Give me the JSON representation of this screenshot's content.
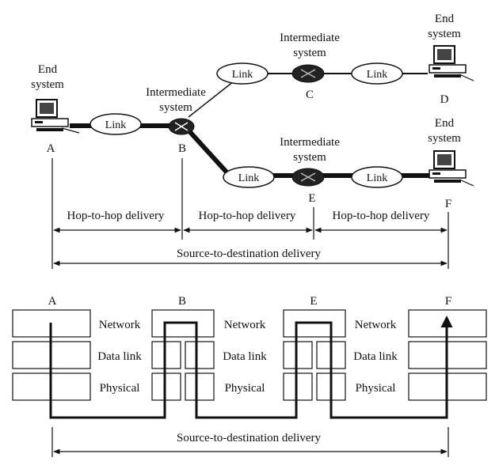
{
  "top": {
    "nodes": {
      "A": {
        "letter": "A",
        "line1": "End",
        "line2": "system"
      },
      "B": {
        "letter": "B",
        "line1": "Intermediate",
        "line2": "system"
      },
      "C": {
        "letter": "C",
        "line1": "Intermediate",
        "line2": "system"
      },
      "D": {
        "letter": "D",
        "line1": "End",
        "line2": "system"
      },
      "E": {
        "letter": "E",
        "line1": "Intermediate",
        "line2": "system"
      },
      "F": {
        "letter": "F",
        "line1": "End",
        "line2": "system"
      }
    },
    "link_label": "Link",
    "hop_label": "Hop-to-hop delivery",
    "source_dest_label": "Source-to-destination delivery"
  },
  "bottom": {
    "columns": [
      "A",
      "B",
      "E",
      "F"
    ],
    "layers": [
      "Network",
      "Data link",
      "Physical"
    ],
    "source_dest_label": "Source-to-destination delivery"
  }
}
